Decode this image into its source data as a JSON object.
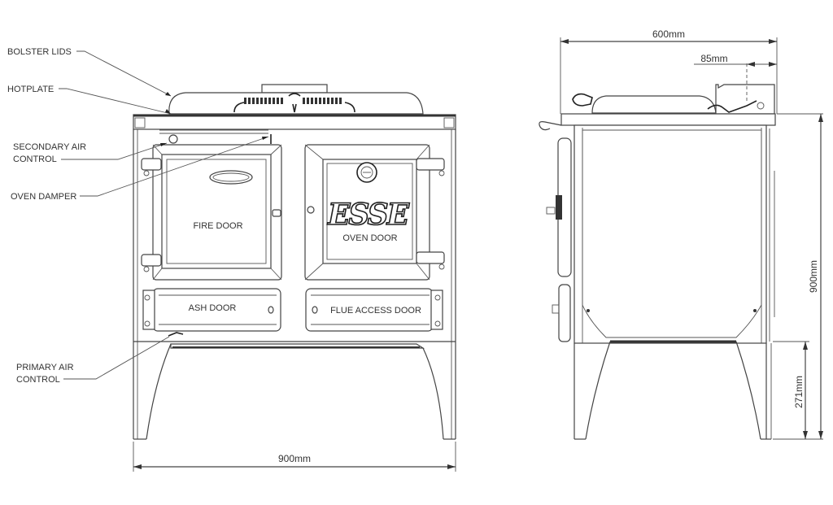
{
  "diagram": {
    "subject": "ESSE range cooker technical drawing",
    "views": [
      "front",
      "side"
    ],
    "callouts": [
      {
        "id": "bolster_lids",
        "text": "BOLSTER LIDS"
      },
      {
        "id": "hotplate",
        "text": "HOTPLATE"
      },
      {
        "id": "secondary_air_line1",
        "text": "SECONDARY AIR"
      },
      {
        "id": "secondary_air_line2",
        "text": "CONTROL"
      },
      {
        "id": "oven_damper",
        "text": "OVEN DAMPER"
      },
      {
        "id": "primary_air_line1",
        "text": "PRIMARY AIR"
      },
      {
        "id": "primary_air_line2",
        "text": "CONTROL"
      }
    ],
    "doors": {
      "fire": "FIRE DOOR",
      "oven": "OVEN DOOR",
      "ash": "ASH DOOR",
      "flue": "FLUE ACCESS DOOR"
    },
    "brand_logo": "ESSE",
    "dimensions": {
      "front_width": "900mm",
      "side_depth": "600mm",
      "flue_offset": "85mm",
      "total_height": "900mm",
      "leg_height": "271mm"
    }
  }
}
